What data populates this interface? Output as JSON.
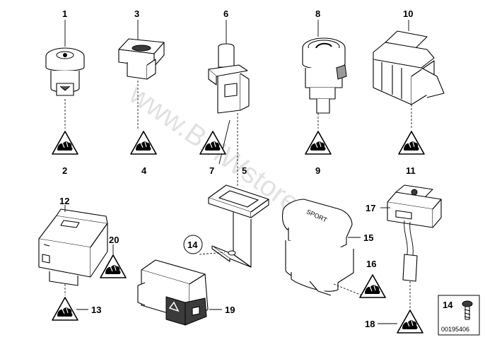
{
  "diagram": {
    "watermark": "www.BMWstore.ru",
    "doc_number": "00195406",
    "engraving": "SPORT",
    "legend_number": "14",
    "callouts": [
      "1",
      "2",
      "3",
      "4",
      "5",
      "6",
      "7",
      "8",
      "9",
      "10",
      "11",
      "12",
      "13",
      "14",
      "15",
      "16",
      "17",
      "18",
      "19",
      "20"
    ]
  }
}
